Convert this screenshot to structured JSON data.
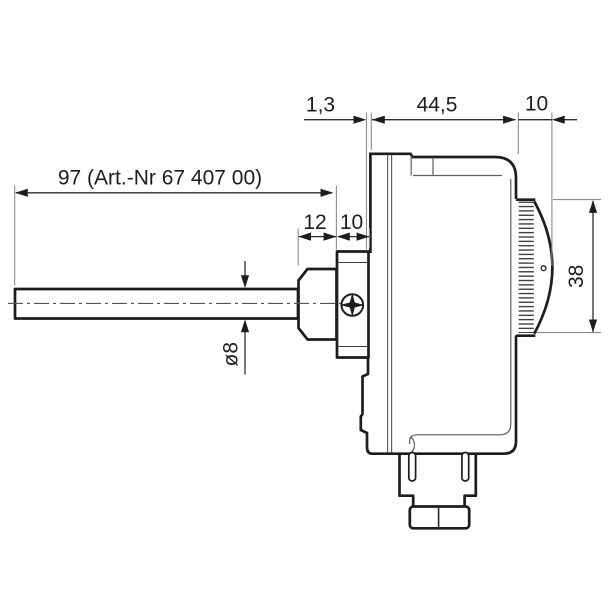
{
  "drawing": {
    "labels": {
      "flange_offset": "1,3",
      "housing_depth": "44,5",
      "knob_depth": "10",
      "probe_length": "97 (Art.-Nr 67 407 00)",
      "hex_length": "12",
      "collar_length": "10",
      "probe_diameter": "ø8",
      "knob_diameter": "38"
    },
    "colors": {
      "outline": "#1d1d1b",
      "dimension": "#2e2e2e",
      "extension": "#8c8c8c",
      "seam": "#5f5f5f",
      "centerline": "#555555",
      "background": "#ffffff"
    }
  }
}
